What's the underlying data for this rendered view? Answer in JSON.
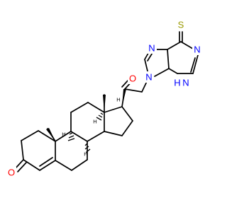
{
  "colors": {
    "carbon_bond": "#000000",
    "oxygen": "#ff0000",
    "nitrogen": "#0000ff",
    "sulfur": "#999900",
    "background": "#ffffff"
  },
  "atoms": {
    "o_ketone_ring": {
      "label": "O",
      "element": "oxygen"
    },
    "o_ketone_side": {
      "label": "O",
      "element": "oxygen"
    },
    "s_thione": {
      "label": "S",
      "element": "sulfur"
    },
    "n_imidazole_top": {
      "label": "N",
      "element": "nitrogen"
    },
    "n_pyrimidine_right": {
      "label": "N",
      "element": "nitrogen"
    },
    "n_purine_9": {
      "label": "N",
      "element": "nitrogen"
    },
    "nh_pyrimidine": {
      "label": "H",
      "element": "nitrogen"
    },
    "n_pyrimidine_bottom": {
      "label": "N",
      "element": "nitrogen"
    }
  },
  "stereo_h": {
    "h9": "H",
    "h8": "H",
    "h14": "H",
    "h17": "H"
  }
}
